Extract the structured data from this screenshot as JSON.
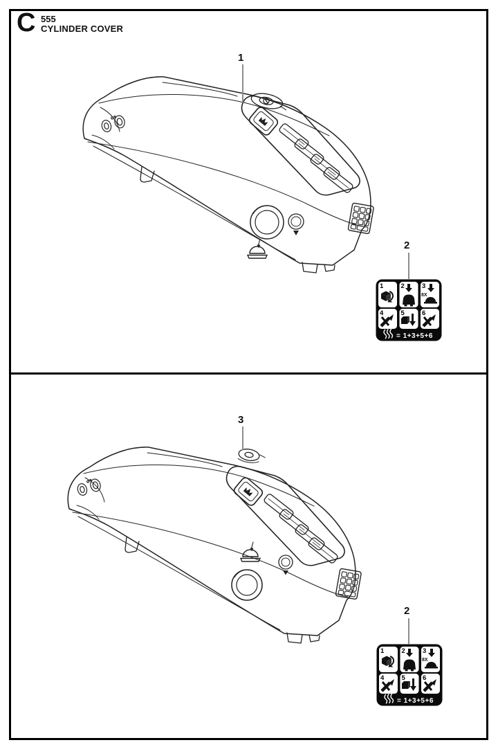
{
  "header": {
    "section_letter": "C",
    "model": "555",
    "title": "CYLINDER COVER"
  },
  "panel1": {
    "cover_callout": "1",
    "label_callout": "2"
  },
  "panel2": {
    "cover_callout": "3",
    "label_callout": "2"
  },
  "sticker": {
    "cells": [
      {
        "num": "1",
        "icon": "open-cover-icon"
      },
      {
        "num": "2",
        "icon": "press-cover-icon"
      },
      {
        "num": "3",
        "icon": "tap-filter-icon",
        "note": "8X"
      },
      {
        "num": "4",
        "icon": "screwdriver-icon"
      },
      {
        "num": "5",
        "icon": "remove-filter-icon"
      },
      {
        "num": "6",
        "icon": "screwdriver-icon"
      }
    ],
    "heat_icon": "heat-waves-icon",
    "formula": "= 1+3+5+6"
  },
  "colors": {
    "line": "#222222",
    "leader": "#8c8c8c",
    "sticker_bg": "#0a0a0a"
  }
}
